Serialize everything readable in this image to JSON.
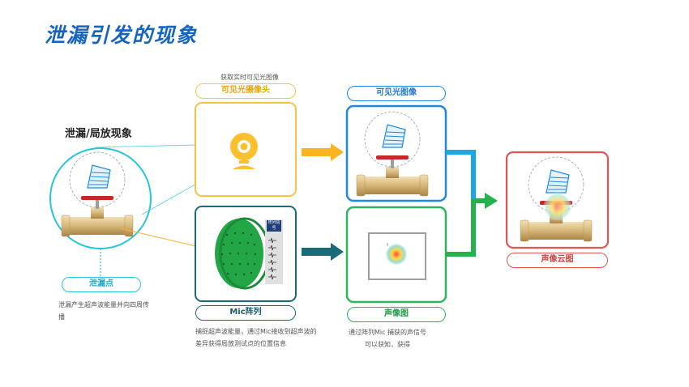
{
  "title": "泄漏引发的现象",
  "leak": {
    "heading": "泄漏/局放现象",
    "label": "泄漏点",
    "desc": "泄漏产生超声波能量并向四周传播"
  },
  "camera": {
    "caption": "获取实时可见光图像",
    "label": "可见光摄像头"
  },
  "mic": {
    "label": "Mic阵列",
    "panel_title": "阵列信号",
    "desc": "捕捉超声波能量，通过Mic接收到超声波的差异获得局放测试点的位置信息"
  },
  "visible_image": {
    "label": "可见光图像"
  },
  "acoustic_image": {
    "label": "声像图",
    "desc": "通过阵列Mic 捕获的声信号可以获知，获得"
  },
  "cloud": {
    "label": "声像云图"
  },
  "colors": {
    "blue": "#1e88e5",
    "cyan": "#26c6da",
    "yellow": "#fbc02d",
    "teal": "#1a6b7a",
    "green": "#2db55d",
    "red": "#e05550"
  }
}
